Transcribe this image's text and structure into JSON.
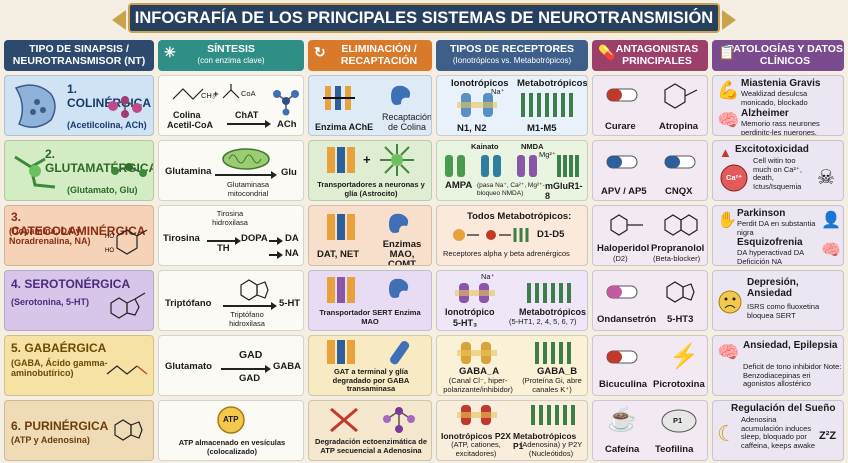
{
  "title": "INFOGRAFÍA DE LOS PRINCIPALES SISTEMAS DE NEUROTRANSMISIÓN",
  "headers": {
    "type": "TIPO DE SINAPSIS / NEUROTRANSMISOR (NT)",
    "synth": "SÍNTESIS",
    "synth_sub": "(con enzima clave)",
    "elim": "ELIMINACIÓN / RECAPTACIÓN",
    "recep": "TIPOS DE RECEPTORES",
    "recep_sub": "(Ionotrópicos vs. Metabotrópicos)",
    "antag": "ANTAGONISTAS PRINCIPALES",
    "path": "PATOLOGÍAS Y DATOS CLÍNICOS"
  },
  "colors": {
    "h_type": "#2d4a6e",
    "h_synth": "#2f8f86",
    "h_elim": "#d9792a",
    "h_recep": "#3e5f8a",
    "h_antag": "#9c3f6a",
    "h_path": "#7a4b8f"
  },
  "rows": {
    "r1": {
      "title": "1. COLINÉRGICA",
      "sub": "(Acetilcolina, ACh)",
      "s_a": "Colina",
      "s_b": "Acetil-CoA",
      "s_ch3": "CH₃",
      "s_coa": "CoA",
      "s_enz": "ChAT",
      "s_prod": "ACh",
      "e_a": "Enzima AChE",
      "e_b": "Recaptación de Colina",
      "r_ion": "Ionotrópicos",
      "r_met": "Metabotrópicos",
      "r_na": "Na⁺",
      "r_n": "N1, N2",
      "r_m": "M1-M5",
      "a_1": "Curare",
      "a_2": "Atropina",
      "p_1": "Miastenia Gravis",
      "p_1d": "Weaklizad desulcsa monicado, blockado",
      "p_2": "Alzheimer",
      "p_2d": "Memorio rass neurones perdinitc-les nuerones."
    },
    "r2": {
      "title": "2. GLUTAMATÉRGICA",
      "sub": "(Glutamato, Glu)",
      "s_a": "Glutamina",
      "s_prod": "Glu",
      "s_enz": "Glutaminasa mitocondrial",
      "e_a": "Transportadores a neuronas y glía (Astrocito)",
      "r_k": "Kainato",
      "r_n": "NMDA",
      "r_mg": "Mg²⁺",
      "r_ampa": "AMPA",
      "r_pasa": "(pasa Na⁺, Ca²⁺, Mg²⁺- bloqueo NMDA)",
      "r_mglu": "mGluR1-8",
      "a_1": "APV / AP5",
      "a_2": "CNQX",
      "p_1": "Excitotoxicidad",
      "p_1d": "Cell witin too much on Ca²⁺, death, Ictus/Isquemia",
      "p_ca": "Ca²⁺"
    },
    "r3": {
      "title": "3. CATECOLAMINÉRGICA",
      "sub": "(Dopamina, DA y Noradrenalina, NA)",
      "s_enz1": "Tirosina hidroxilasa",
      "s_a": "Tirosina",
      "s_th": "TH",
      "s_dopa": "DOPA",
      "s_da": "DA",
      "s_na": "NA",
      "e_a": "DAT, NET",
      "e_b": "Enzimas MAO, COMT",
      "r_all": "Todos Metabotrópicos:",
      "r_d": "D1-D5",
      "r_ab": "Receptores alpha y beta adrenérgicos",
      "a_1": "Haloperidol",
      "a_1s": "(D2)",
      "a_2": "Propranolol",
      "a_2s": "(Beta-blocker)",
      "p_1": "Parkinson",
      "p_1d": "Perdit DA en substantia nigra",
      "p_2": "Esquizofrenia",
      "p_2d": "DA hyperactivad DA Deficición NA"
    },
    "r4": {
      "title": "4. SEROTONÉRGICA",
      "sub": "(Serotonina, 5-HT)",
      "s_a": "Triptófano",
      "s_prod": "5-HT",
      "s_enz": "Triptófano hidroxilasa",
      "e_a": "Transportador SERT Enzima MAO",
      "r_na": "Na⁺",
      "r_ion": "Ionotrópico",
      "r_ion2": "5-HT₃",
      "r_met": "Metabotrópicos",
      "r_met2": "(5-HT1, 2, 4, 5, 6, 7)",
      "a_1": "Ondansetrón",
      "a_2": "5-HT3",
      "p_1": "Depresión, Ansiedad",
      "p_1d": "ISRS como fluoxetina bloquea SERT"
    },
    "r5": {
      "title": "5. GABAÉRGICA",
      "sub": "(GABA, Ácido gamma-aminobutírico)",
      "s_a": "Glutamato",
      "s_enz": "GAD",
      "s_enz2": "GAD",
      "s_prod": "GABA",
      "e_a": "GAT a terminal y glía degradado por GABA transaminasa",
      "r_a": "GABA_A",
      "r_a_d": "(Canal Cl⁻, hiper- polarizante/inhibidor)",
      "r_b": "GABA_B",
      "r_b_d": "(Proteína Gi, abre canales K⁺)",
      "a_1": "Bicuculina",
      "a_2": "Picrotoxina",
      "p_1": "Ansiedad, Epilepsia",
      "p_1d": "Deficit de tono inhibidor Note: Benzodiacepinas eri agonistos allostérico"
    },
    "r6": {
      "title": "6. PURINÉRGICA",
      "sub": "(ATP y Adenosina)",
      "s_atp": "ATP",
      "s_a": "ATP almacenado en vesículas (colocalizado)",
      "e_a": "Degradación ectoenzimática de ATP secuencial a Adenosina",
      "r_ion": "Ionotrópicos P2X",
      "r_ion_d": "(ATP, cationes, excitadores)",
      "r_met": "Metabotrópicos P1",
      "r_met_d": "(Adenosina) y P2Y (Nucleótidos)",
      "a_1": "Cafeína",
      "a_2": "Teofilina",
      "a_p1": "P1",
      "p_1": "Regulación del Sueño",
      "p_1d": "Adenosina acumulación induces sleep, bloquado por caffeina, keeps awake",
      "p_z": "Z²Z"
    }
  }
}
